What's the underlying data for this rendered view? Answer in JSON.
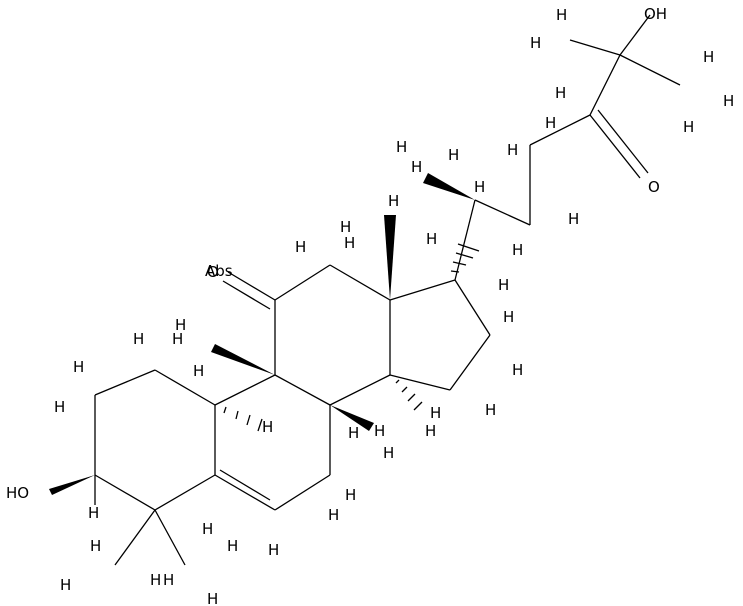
{
  "labels": {
    "oxygen": "O",
    "hydrogen": "H",
    "hydroxyl": "HO",
    "hydroxyl_right": "OH",
    "abs": "Abs"
  }
}
